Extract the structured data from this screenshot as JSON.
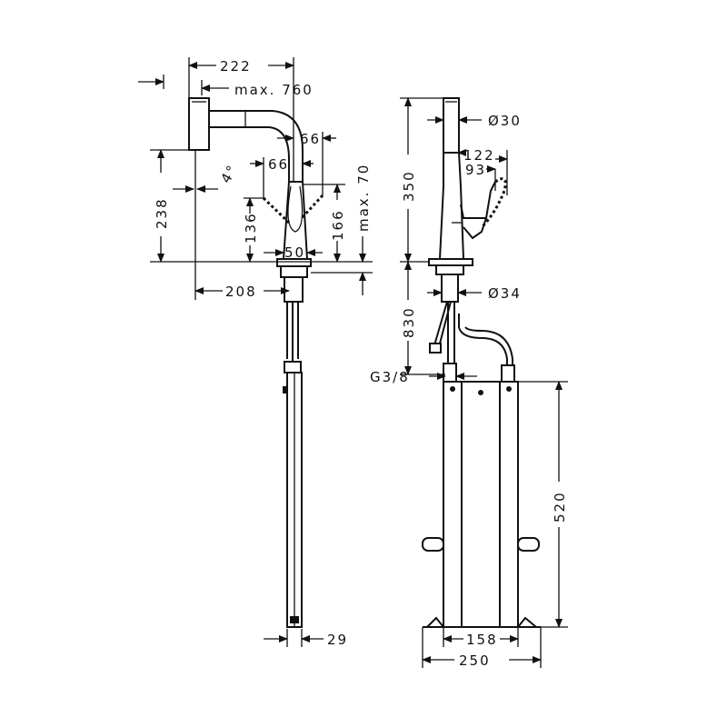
{
  "drawing": {
    "side_view": {
      "dim_spout_reach": "222",
      "dim_max_extension": "max. 760",
      "dim_angle": "4°",
      "dim_handle_right": "66",
      "dim_handle_left": "66",
      "dim_spout_height": "238",
      "dim_handle_height_left": "136",
      "dim_handle_height_right": "166",
      "dim_max_deck": "max. 70",
      "dim_base_width": "50",
      "dim_projection": "208",
      "dim_rod_width": "29"
    },
    "front_view": {
      "dim_height": "350",
      "dim_diameter_top": "Ø30",
      "dim_handle_reach": "122",
      "dim_handle_inner": "93",
      "dim_hose_length": "830",
      "dim_diameter_shank": "Ø34",
      "dim_thread": "G3/8",
      "dim_box_height": "520",
      "dim_box_inner": "158",
      "dim_box_outer": "250"
    }
  }
}
